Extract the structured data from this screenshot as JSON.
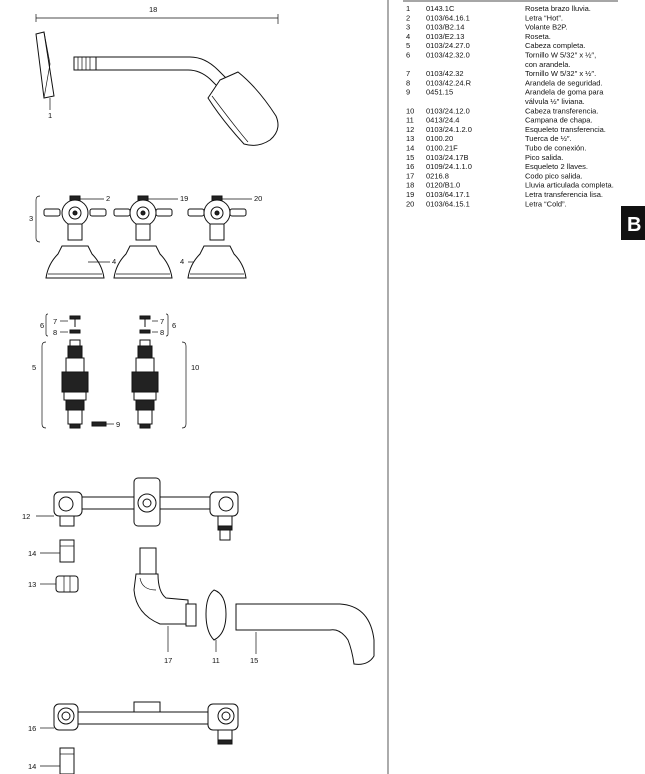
{
  "legend": [
    {
      "n": "1",
      "code": "0143.1C",
      "desc": [
        "Roseta brazo lluvia."
      ]
    },
    {
      "n": "2",
      "code": "0103/64.16.1",
      "desc": [
        "Letra “Hot”."
      ]
    },
    {
      "n": "3",
      "code": "0103/B2.14",
      "desc": [
        "Volante B2P."
      ]
    },
    {
      "n": "4",
      "code": "0103/E2.13",
      "desc": [
        "Roseta."
      ]
    },
    {
      "n": "5",
      "code": "0103/24.27.0",
      "desc": [
        "Cabeza completa."
      ]
    },
    {
      "n": "6",
      "code": "0103/42.32.0",
      "desc": [
        "Tornillo W 5/32″ x ½″,",
        "con arandela."
      ]
    },
    {
      "n": "7",
      "code": "0103/42.32",
      "desc": [
        "Tornillo W 5/32″ x ½″."
      ]
    },
    {
      "n": "8",
      "code": "0103/42.24.R",
      "desc": [
        "Arandela de seguridad."
      ]
    },
    {
      "n": "9",
      "code": "0451.15",
      "desc": [
        "Arandela de goma para",
        "válvula ½″ liviana."
      ]
    },
    {
      "n": "10",
      "code": "0103/24.12.0",
      "desc": [
        "Cabeza transferencia."
      ]
    },
    {
      "n": "11",
      "code": "0413/24.4",
      "desc": [
        "Campana de chapa."
      ]
    },
    {
      "n": "12",
      "code": "0103/24.1.2.0",
      "desc": [
        "Esqueleto transferencia."
      ]
    },
    {
      "n": "13",
      "code": "0100.20",
      "desc": [
        "Tuerca de ½″."
      ]
    },
    {
      "n": "14",
      "code": "0100.21F",
      "desc": [
        "Tubo de conexión."
      ]
    },
    {
      "n": "15",
      "code": "0103/24.17B",
      "desc": [
        "Pico salida."
      ]
    },
    {
      "n": "16",
      "code": "0109/24.1.1.0",
      "desc": [
        "Esqueleto 2 llaves."
      ]
    },
    {
      "n": "17",
      "code": "0216.8",
      "desc": [
        "Codo pico salida."
      ]
    },
    {
      "n": "18",
      "code": "0120/B1.0",
      "desc": [
        "Lluvia articulada completa."
      ]
    },
    {
      "n": "19",
      "code": "0103/64.17.1",
      "desc": [
        "Letra transferencia lisa."
      ]
    },
    {
      "n": "20",
      "code": "0103/64.15.1",
      "desc": [
        "Letra “Cold”."
      ]
    }
  ],
  "section_tab": "B",
  "callouts": {
    "c18": "18",
    "c1": "1",
    "c2": "2",
    "c19": "19",
    "c20": "20",
    "c3": "3",
    "c4a": "4",
    "c4b": "4",
    "c6a": "6",
    "c7a": "7",
    "c8a": "8",
    "c5": "5",
    "c9": "9",
    "c7b": "7",
    "c8b": "8",
    "c6b": "6",
    "c10": "10",
    "c12": "12",
    "c14a": "14",
    "c13": "13",
    "c17": "17",
    "c11": "11",
    "c15": "15",
    "c16": "16",
    "c14b": "14"
  }
}
